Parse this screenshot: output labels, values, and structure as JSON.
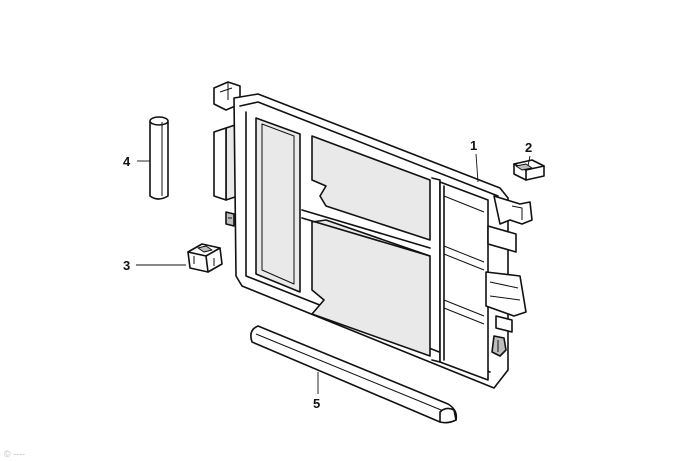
{
  "callouts": {
    "c1": "1",
    "c2": "2",
    "c3": "3",
    "c4": "4",
    "c5": "5"
  },
  "watermark": "© ----"
}
